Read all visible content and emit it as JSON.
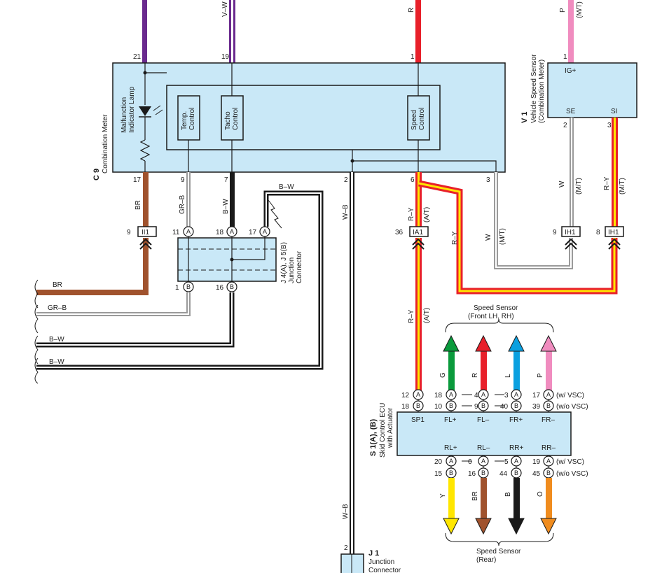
{
  "combination_meter": {
    "ref": "C 9",
    "name": "Combination Meter",
    "mil_label_1": "Malfunction",
    "mil_label_2": "Indicator Lamp",
    "temp_1": "Temp.",
    "temp_2": "Control",
    "tacho_1": "Tacho",
    "tacho_2": "Control",
    "speed_1": "Speed",
    "speed_2": "Control",
    "pins": {
      "p21": "21",
      "p19": "19",
      "p1": "1",
      "p17": "17",
      "p9": "9",
      "p7": "7",
      "p2": "2",
      "p6": "6",
      "p3": "3"
    }
  },
  "vss": {
    "ref": "V 1",
    "name_1": "Vehicle Speed Sensor",
    "name_2": "(Combination Meter)",
    "ig": "IG+",
    "se": "SE",
    "si": "SI",
    "pin1": "1",
    "pin2": "2",
    "pin3": "3"
  },
  "wires": {
    "top_vw": "V–W",
    "top_r": "R",
    "top_p": "P",
    "top_mt": "(M/T)",
    "br": "BR",
    "grb": "GR–B",
    "bw": "B–W",
    "wb": "W–B",
    "ry": "R–Y",
    "at": "(A/T)",
    "w": "W",
    "mt": "(M/T)"
  },
  "connectors": {
    "ii1": "II1",
    "ii1_pin": "9",
    "ia1": "IA1",
    "ia1_pin": "36",
    "ih1": "IH1",
    "ih1_pin_a": "9",
    "ih1_pin_b": "8",
    "jc_pin_11": "11",
    "jc_pin_18": "18",
    "jc_pin_17": "17",
    "jc_pin_1": "1",
    "jc_pin_16": "16",
    "letter_a": "A",
    "letter_b": "B"
  },
  "junction_connector": {
    "ref": "J 4(A), J 5(B)",
    "name_1": "Junction",
    "name_2": "Connector"
  },
  "left_wires": {
    "br": "BR",
    "grb": "GR–B",
    "bw1": "B–W",
    "bw2": "B–W"
  },
  "ecu": {
    "ref": "S 1(A), (B)",
    "name_1": "Skid Control ECU",
    "name_2": "with Actuator",
    "top_labels": [
      "SP1",
      "FL+",
      "FL–",
      "FR+",
      "FR–"
    ],
    "bottom_labels": [
      "RL+",
      "RL–",
      "RR+",
      "RR–"
    ],
    "top_a_pins": [
      "12",
      "18",
      "4",
      "3",
      "17"
    ],
    "top_b_pins": [
      "18",
      "10",
      "9",
      "40",
      "39"
    ],
    "bottom_a_pins": [
      "20",
      "6",
      "5",
      "19"
    ],
    "bottom_b_pins": [
      "15",
      "16",
      "44",
      "45"
    ],
    "w_vsc": "(w/ VSC)",
    "wo_vsc": "(w/o VSC)"
  },
  "speed_sensor_front": {
    "title_1": "Speed Sensor",
    "title_2": "(Front LH,  RH)",
    "wires": [
      "G",
      "R",
      "L",
      "P"
    ]
  },
  "speed_sensor_rear": {
    "title_1": "Speed Sensor",
    "title_2": "(Rear)",
    "wires": [
      "Y",
      "BR",
      "B",
      "O"
    ]
  },
  "j1": {
    "ref": "J 1",
    "name_1": "Junction",
    "name_2": "Connector",
    "pin": "2"
  },
  "colors": {
    "box_fill": "#c9e8f7",
    "purple": "#6a2a8e",
    "red": "#e8202a",
    "pink": "#f08cbf",
    "brown": "#a0522d",
    "yellow": "#ffe600",
    "green": "#0a9a3c",
    "blue": "#0aa0e0",
    "orange": "#f08c1e",
    "black": "#1a1a1a",
    "gray": "#9a9a9a"
  }
}
